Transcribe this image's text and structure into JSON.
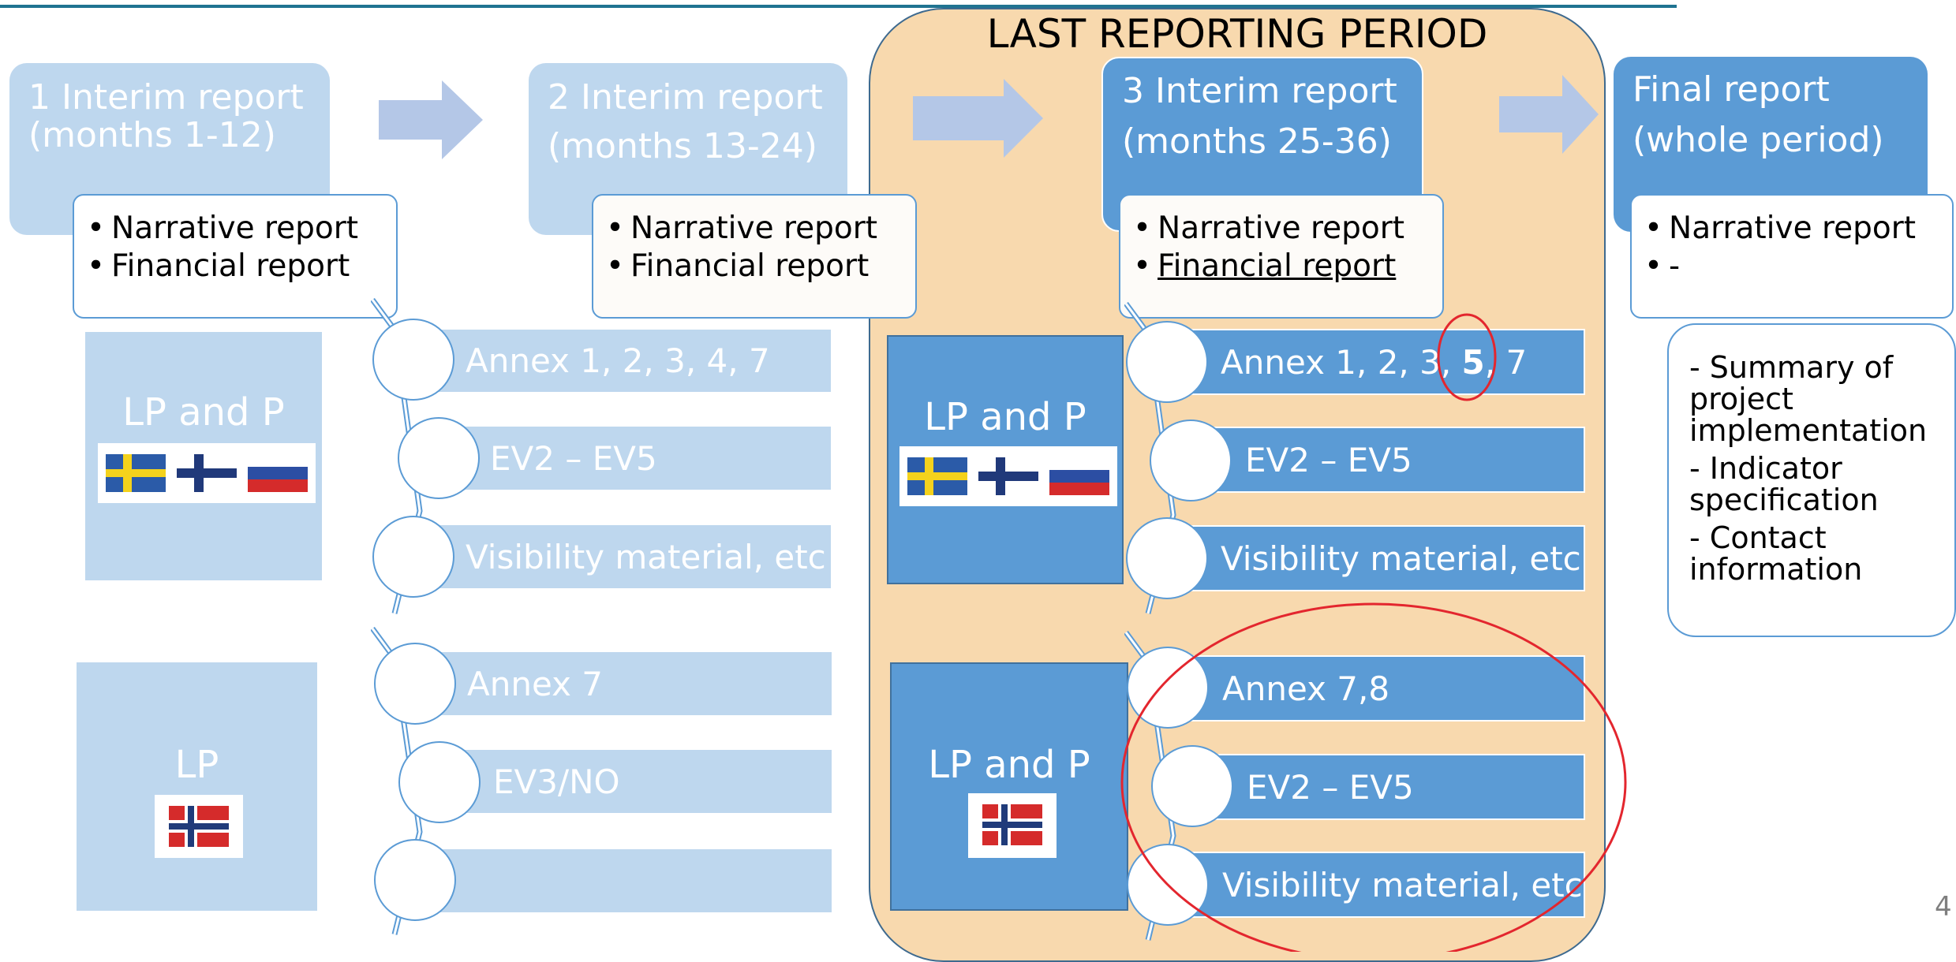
{
  "period_title": "LAST REPORTING PERIOD",
  "reports": [
    {
      "line1": "1 Interim report",
      "line2": "(months 1-12)"
    },
    {
      "line1": "2 Interim report",
      "line2": "(months 13-24)"
    },
    {
      "line1": "3 Interim report",
      "line2": "(months 25-36)"
    },
    {
      "line1": "Final report",
      "line2": "(whole period)"
    }
  ],
  "bullets": [
    {
      "a": "Narrative report",
      "b": "Financial report"
    },
    {
      "a": "Narrative report",
      "b": "Financial report"
    },
    {
      "a": "Narrative report",
      "b": "Financial report"
    },
    {
      "a": "Narrative report",
      "b": "-"
    }
  ],
  "groups": {
    "p1_top_label": "LP and P",
    "p1_bottom_label": "LP",
    "p3_top_label": "LP and P",
    "p3_bottom_label": "LP and P"
  },
  "bars": {
    "p1_top": [
      "Annex 1, 2, 3, 4, 7",
      "EV2 – EV5",
      "Visibility material, etc"
    ],
    "p1_bottom": [
      "Annex 7",
      "EV3/NO",
      ""
    ],
    "p3_top_annex": {
      "pre": "Annex 1, 2, 3, ",
      "bold": "5",
      "post": ", 7"
    },
    "p3_top": [
      "EV2 – EV5",
      "Visibility material, etc"
    ],
    "p3_bottom": [
      "Annex 7,8",
      "EV2 – EV5",
      "Visibility material, etc"
    ]
  },
  "summary": [
    "- Summary of project implementation",
    "- Indicator specification",
    "- Contact information"
  ],
  "page_number": "4",
  "colors": {
    "light_blue": "#bed7ee",
    "blue": "#5b9bd5",
    "peach": "#f8d9ae",
    "highlight_red": "#e3262e"
  },
  "flags": [
    "sweden-flag",
    "finland-flag",
    "russia-flag",
    "norway-flag"
  ]
}
